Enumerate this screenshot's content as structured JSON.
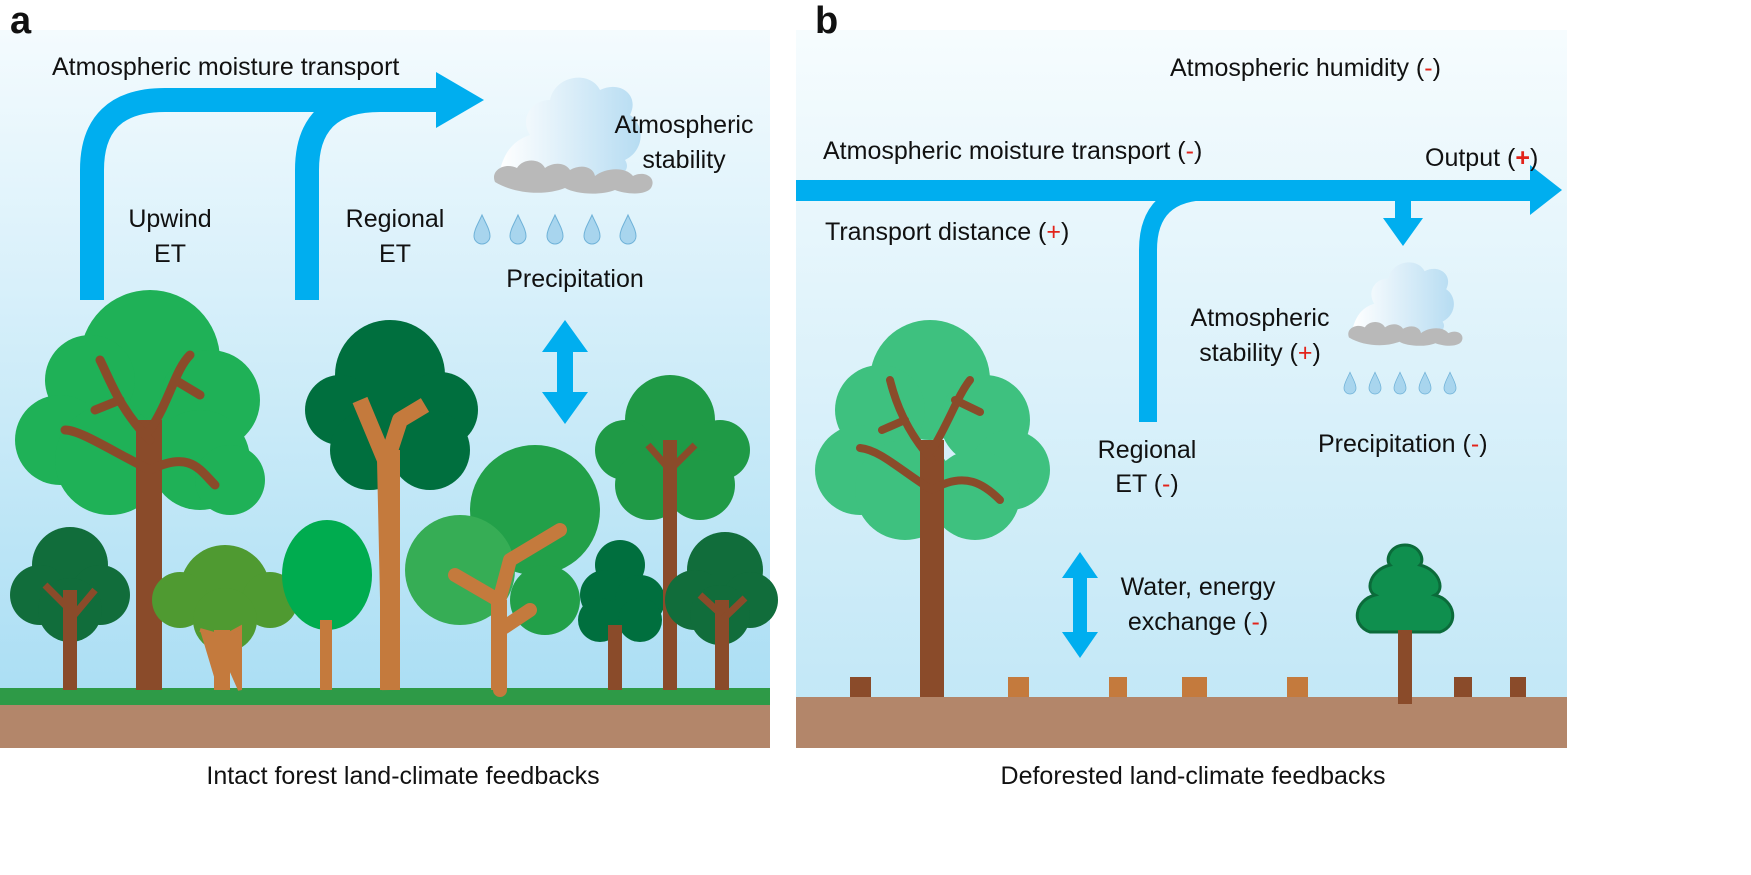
{
  "panel_a": {
    "letter": "a",
    "moisture_transport": "Atmospheric moisture transport",
    "upwind_et": [
      "Upwind",
      "ET"
    ],
    "regional_et": [
      "Regional",
      "ET"
    ],
    "stability": [
      "Atmospheric",
      "stability"
    ],
    "precipitation": "Precipitation",
    "caption": "Intact forest land-climate feedbacks"
  },
  "panel_b": {
    "letter": "b",
    "humidity": "Atmospheric humidity (",
    "humidity_sign": "-",
    "moisture_transport": "Atmospheric moisture transport (",
    "moisture_transport_sign": "-",
    "output": "Output (",
    "output_sign": "+",
    "transport_distance": "Transport distance (",
    "transport_distance_sign": "+",
    "stability_1": "Atmospheric",
    "stability_2": "stability (",
    "stability_sign": "+",
    "regional_et_1": "Regional",
    "regional_et_2": "ET (",
    "regional_et_sign": "-",
    "precipitation": "Precipitation (",
    "precipitation_sign": "-",
    "exchange_1": "Water, energy",
    "exchange_2": "exchange (",
    "exchange_sign": "-",
    "close": ")",
    "caption": "Deforested land-climate feedbacks"
  },
  "colors": {
    "arrow_blue": "#00aeef",
    "soil": "#b3866a",
    "grass": "#2e9a47",
    "trunk": "#8a4b2a",
    "sign_red": "#e2231a"
  }
}
